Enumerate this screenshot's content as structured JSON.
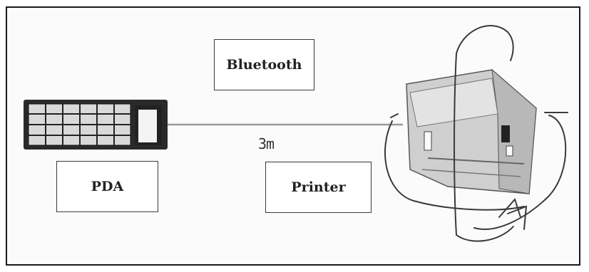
{
  "diagram": {
    "labels": {
      "bluetooth": "Bluetooth",
      "pda": "PDA",
      "printer": "Printer"
    },
    "distance_label": "3m"
  }
}
